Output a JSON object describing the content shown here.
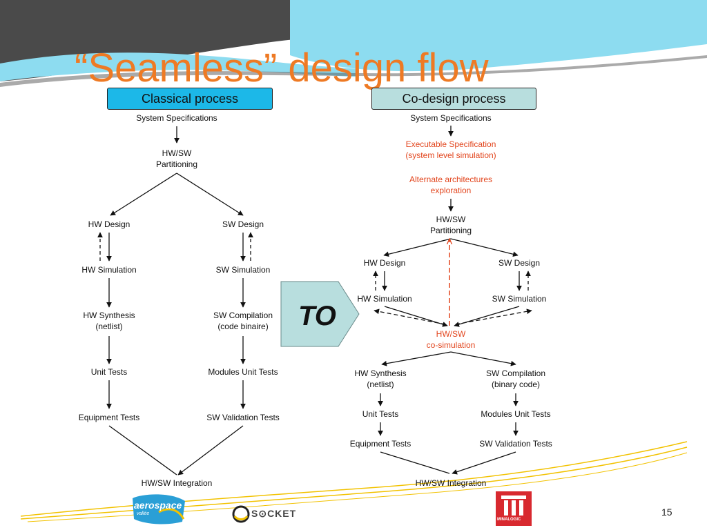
{
  "slide": {
    "title": "“Seamless” design flow",
    "page_number": "15",
    "transition_label": "TO"
  },
  "classical": {
    "header": "Classical process",
    "system_specs": "System Specifications",
    "partitioning_1": "HW/SW",
    "partitioning_2": "Partitioning",
    "hw_design": "HW Design",
    "sw_design": "SW Design",
    "hw_simulation": "HW Simulation",
    "sw_simulation": "SW Simulation",
    "hw_synthesis_1": "HW Synthesis",
    "hw_synthesis_2": "(netlist)",
    "sw_compilation_1": "SW Compilation",
    "sw_compilation_2": "(code binaire)",
    "unit_tests": "Unit Tests",
    "modules_unit_tests": "Modules Unit Tests",
    "equipment_tests": "Equipment Tests",
    "sw_validation_tests": "SW Validation Tests",
    "integration": "HW/SW Integration"
  },
  "codesign": {
    "header": "Co-design process",
    "system_specs": "System Specifications",
    "exec_spec_1": "Executable Specification",
    "exec_spec_2": "(system level simulation)",
    "alt_arch_1": "Alternate architectures",
    "alt_arch_2": "exploration",
    "partitioning_1": "HW/SW",
    "partitioning_2": "Partitioning",
    "hw_design": "HW Design",
    "sw_design": "SW Design",
    "hw_simulation": "HW Simulation",
    "sw_simulation": "SW Simulation",
    "cosim_1": "HW/SW",
    "cosim_2": "co-simulation",
    "hw_synthesis_1": "HW Synthesis",
    "hw_synthesis_2": "(netlist)",
    "sw_compilation_1": "SW Compilation",
    "sw_compilation_2": "(binary code)",
    "unit_tests": "Unit Tests",
    "modules_unit_tests": "Modules Unit Tests",
    "equipment_tests": "Equipment Tests",
    "sw_validation_tests": "SW Validation Tests",
    "integration": "HW/SW Integration"
  },
  "logos": {
    "aerospace_1": "aerospace",
    "aerospace_2": "vallée",
    "socket": "S⊙CKET",
    "minalogic": "MINALOGIC"
  },
  "colors": {
    "title": "#ee7a24",
    "highlight": "#e2451d",
    "classical_header_bg": "#1cb8e8",
    "codesign_header_bg": "#b8dede",
    "to_arrow_bg": "#b8dede",
    "banner_dark": "#4a4a4a",
    "banner_light": "#8ddcf0"
  }
}
